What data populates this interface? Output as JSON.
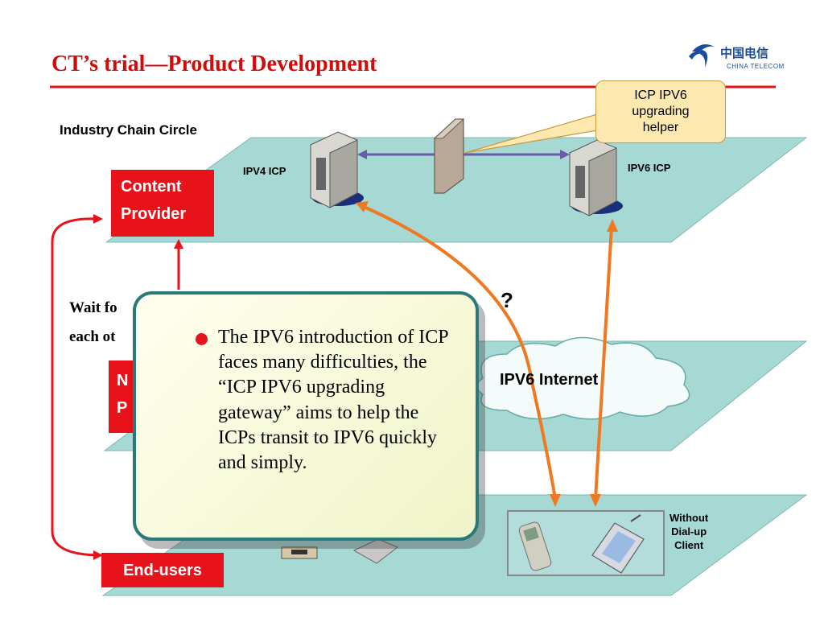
{
  "slide": {
    "title": "CT’s trial—Product Development",
    "logo_text": "中国电信",
    "logo_subtext": "CHINA TELECOM",
    "chain_label": "Industry Chain  Circle",
    "content_provider": [
      "Content",
      "Provider"
    ],
    "network_provider": [
      "N",
      "P"
    ],
    "end_users": "End-users",
    "wait_text": [
      "Wait fo",
      "each ot"
    ],
    "ipv4_icp": "IPV4 ICP",
    "ipv6_icp": "IPV6 ICP",
    "callout": [
      "ICP IPV6",
      "upgrading",
      "helper"
    ],
    "ipv6_internet": "IPV6 Internet",
    "question_mark": "?",
    "without_client": [
      "Without",
      "Dial-up",
      "Client"
    ],
    "popup_text": "The IPV6 introduction of ICP faces many difficulties, the “ICP IPV6 upgrading gateway” aims to help the ICPs transit to IPV6 quickly and simply.",
    "colors": {
      "title_red": "#d10a0a",
      "rule_red": "#e8121b",
      "plane_teal": "#a6d8d4",
      "arrow_orange": "#f07820",
      "arrow_purple": "#6a5aa8",
      "popup_border": "#2a7a7a"
    },
    "icons": [
      "china-telecom-logo",
      "server-icon",
      "firewall-icon",
      "cloud-icon",
      "mobile-phone-icon",
      "pda-icon",
      "modem-icon",
      "keyboard-icon"
    ]
  }
}
